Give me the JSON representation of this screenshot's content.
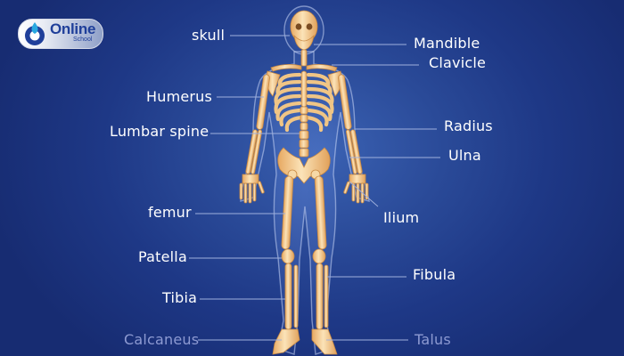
{
  "logo": {
    "word": "Online",
    "sub": "School"
  },
  "labels": {
    "skull": "skull",
    "mandible": "Mandible",
    "clavicle": "Clavicle",
    "humerus": "Humerus",
    "radius": "Radius",
    "lumbar_spine": "Lumbar spine",
    "ulna": "Ulna",
    "femur": "femur",
    "ilium": "Ilium",
    "patella": "Patella",
    "fibula": "Fibula",
    "tibia": "Tibia",
    "calcaneus": "Calcaneus",
    "talus": "Talus"
  },
  "colors": {
    "bone": "#f4d19a",
    "bone_shade": "#d89a52",
    "leader": "#9fb0dd",
    "background": "#2a4a98"
  }
}
